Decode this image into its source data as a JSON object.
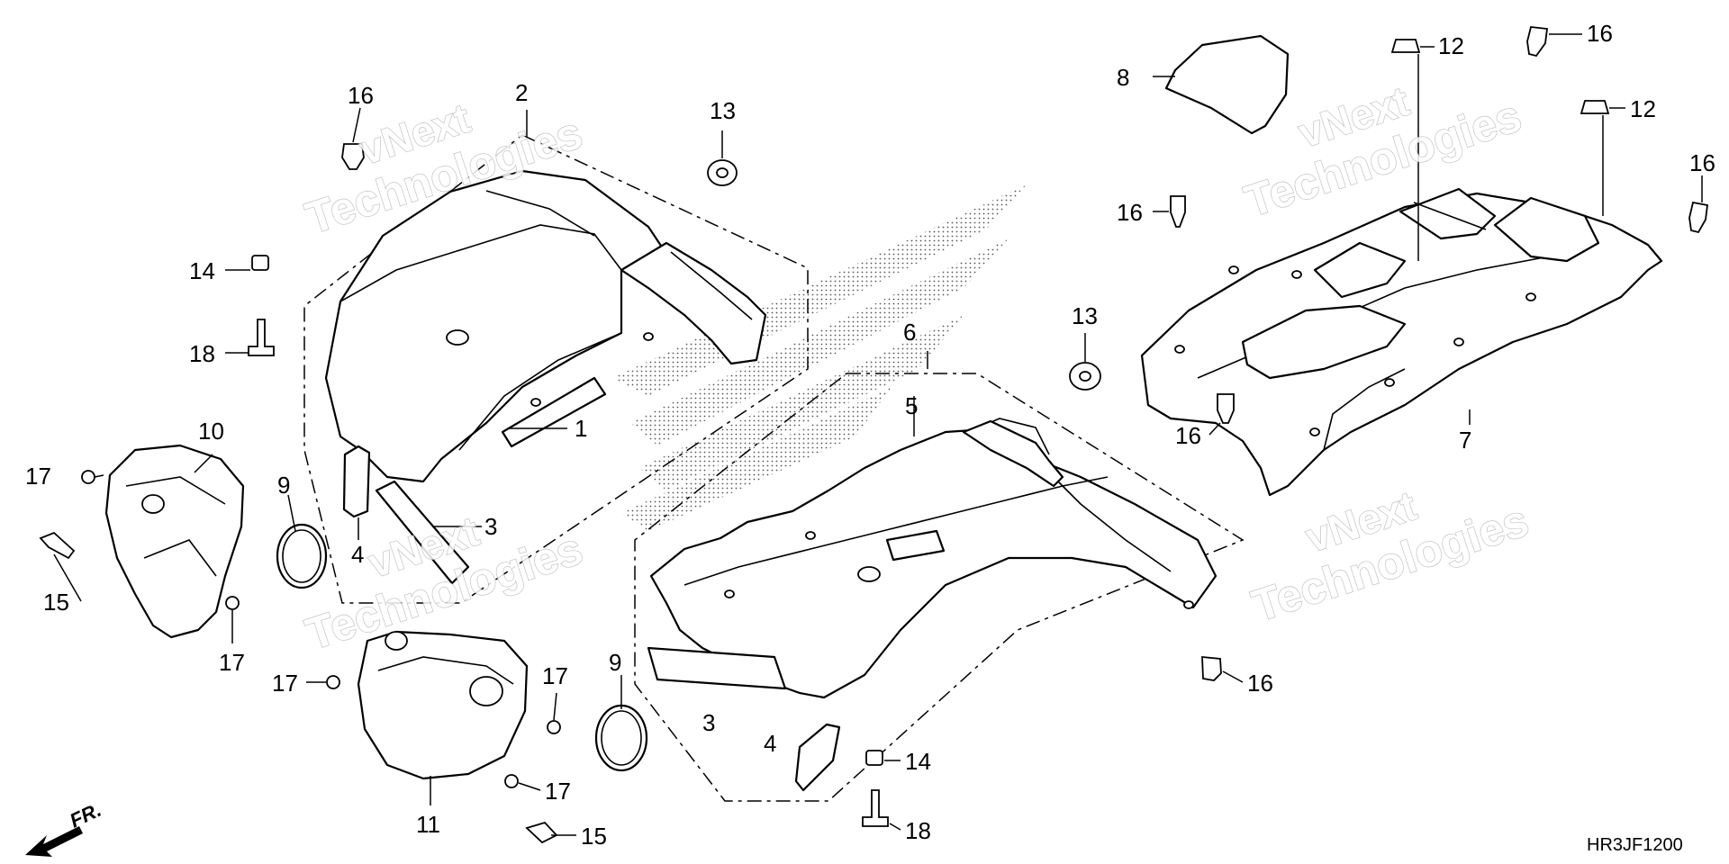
{
  "diagram": {
    "callouts": [
      {
        "id": "1",
        "label": "1"
      },
      {
        "id": "2",
        "label": "2"
      },
      {
        "id": "3a",
        "label": "3"
      },
      {
        "id": "3b",
        "label": "3"
      },
      {
        "id": "4a",
        "label": "4"
      },
      {
        "id": "4b",
        "label": "4"
      },
      {
        "id": "5",
        "label": "5"
      },
      {
        "id": "6",
        "label": "6"
      },
      {
        "id": "7",
        "label": "7"
      },
      {
        "id": "8",
        "label": "8"
      },
      {
        "id": "9a",
        "label": "9"
      },
      {
        "id": "9b",
        "label": "9"
      },
      {
        "id": "10",
        "label": "10"
      },
      {
        "id": "11",
        "label": "11"
      },
      {
        "id": "12a",
        "label": "12"
      },
      {
        "id": "12b",
        "label": "12"
      },
      {
        "id": "13a",
        "label": "13"
      },
      {
        "id": "13b",
        "label": "13"
      },
      {
        "id": "14a",
        "label": "14"
      },
      {
        "id": "14b",
        "label": "14"
      },
      {
        "id": "15a",
        "label": "15"
      },
      {
        "id": "15b",
        "label": "15"
      },
      {
        "id": "16a",
        "label": "16"
      },
      {
        "id": "16b",
        "label": "16"
      },
      {
        "id": "16c",
        "label": "16"
      },
      {
        "id": "16d",
        "label": "16"
      },
      {
        "id": "16e",
        "label": "16"
      },
      {
        "id": "16f",
        "label": "16"
      },
      {
        "id": "17a",
        "label": "17"
      },
      {
        "id": "17b",
        "label": "17"
      },
      {
        "id": "17c",
        "label": "17"
      },
      {
        "id": "17d",
        "label": "17"
      },
      {
        "id": "17e",
        "label": "17"
      },
      {
        "id": "18a",
        "label": "18"
      },
      {
        "id": "18b",
        "label": "18"
      }
    ],
    "front_marker": "FR.",
    "drawing_code": "HR3JF1200",
    "watermark": {
      "line1": "vNext",
      "line2": "Technologies"
    }
  }
}
